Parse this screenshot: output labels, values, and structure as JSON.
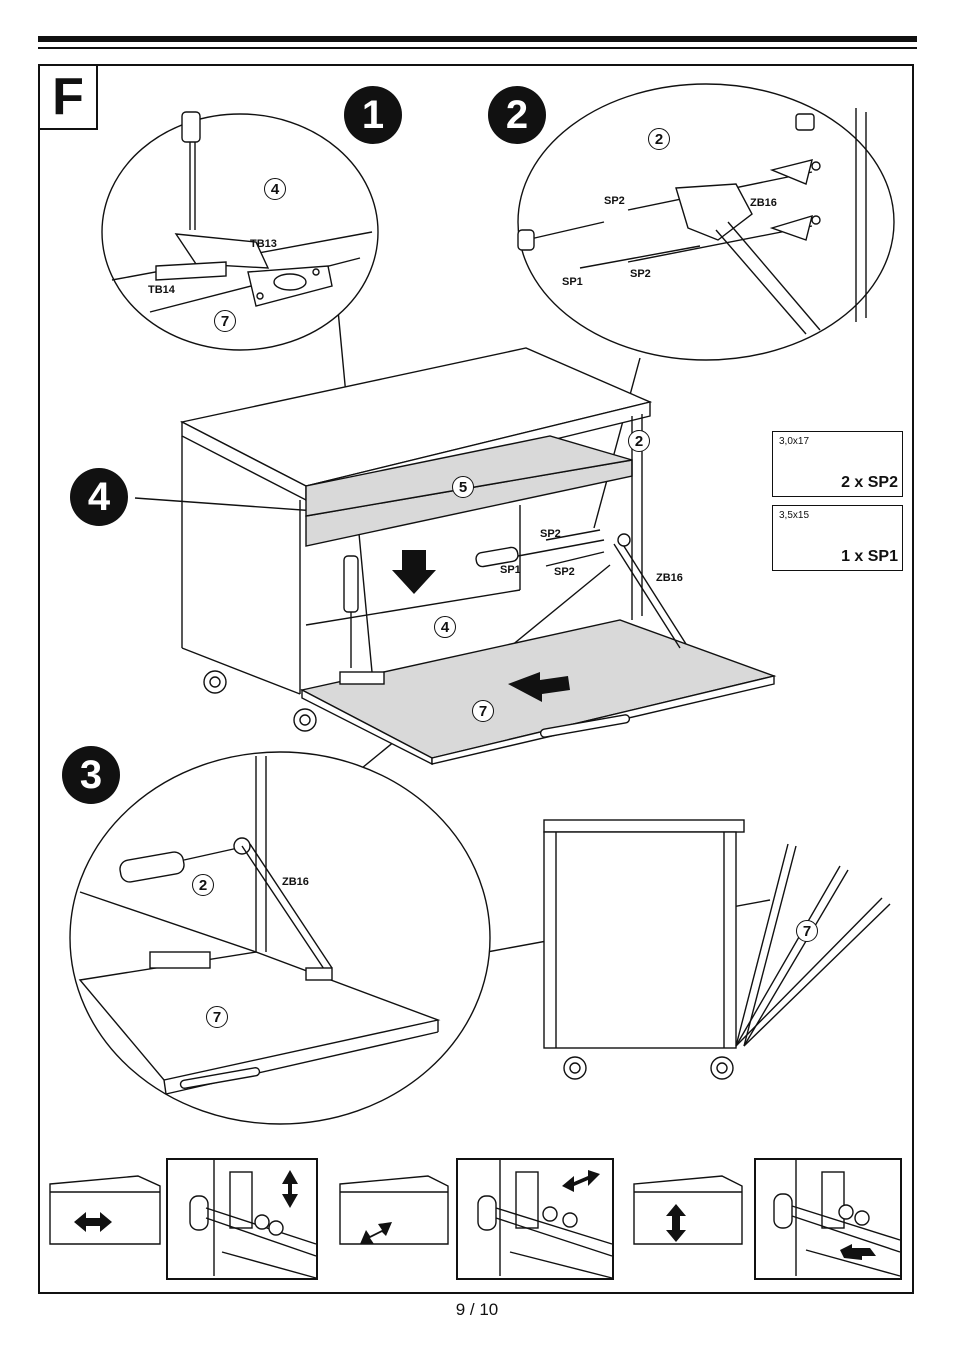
{
  "section_letter": "F",
  "steps": [
    "1",
    "2",
    "3",
    "4"
  ],
  "parts": {
    "p2": "2",
    "p4": "4",
    "p5": "5",
    "p7": "7"
  },
  "labels": {
    "tb13": "TB13",
    "tb14": "TB14",
    "sp1": "SP1",
    "sp2": "SP2",
    "zb16": "ZB16"
  },
  "hardware": [
    {
      "size": "3,0x17",
      "qty": "2 x SP2"
    },
    {
      "size": "3,5x15",
      "qty": "1 x SP1"
    }
  ],
  "page_number": "9 / 10"
}
